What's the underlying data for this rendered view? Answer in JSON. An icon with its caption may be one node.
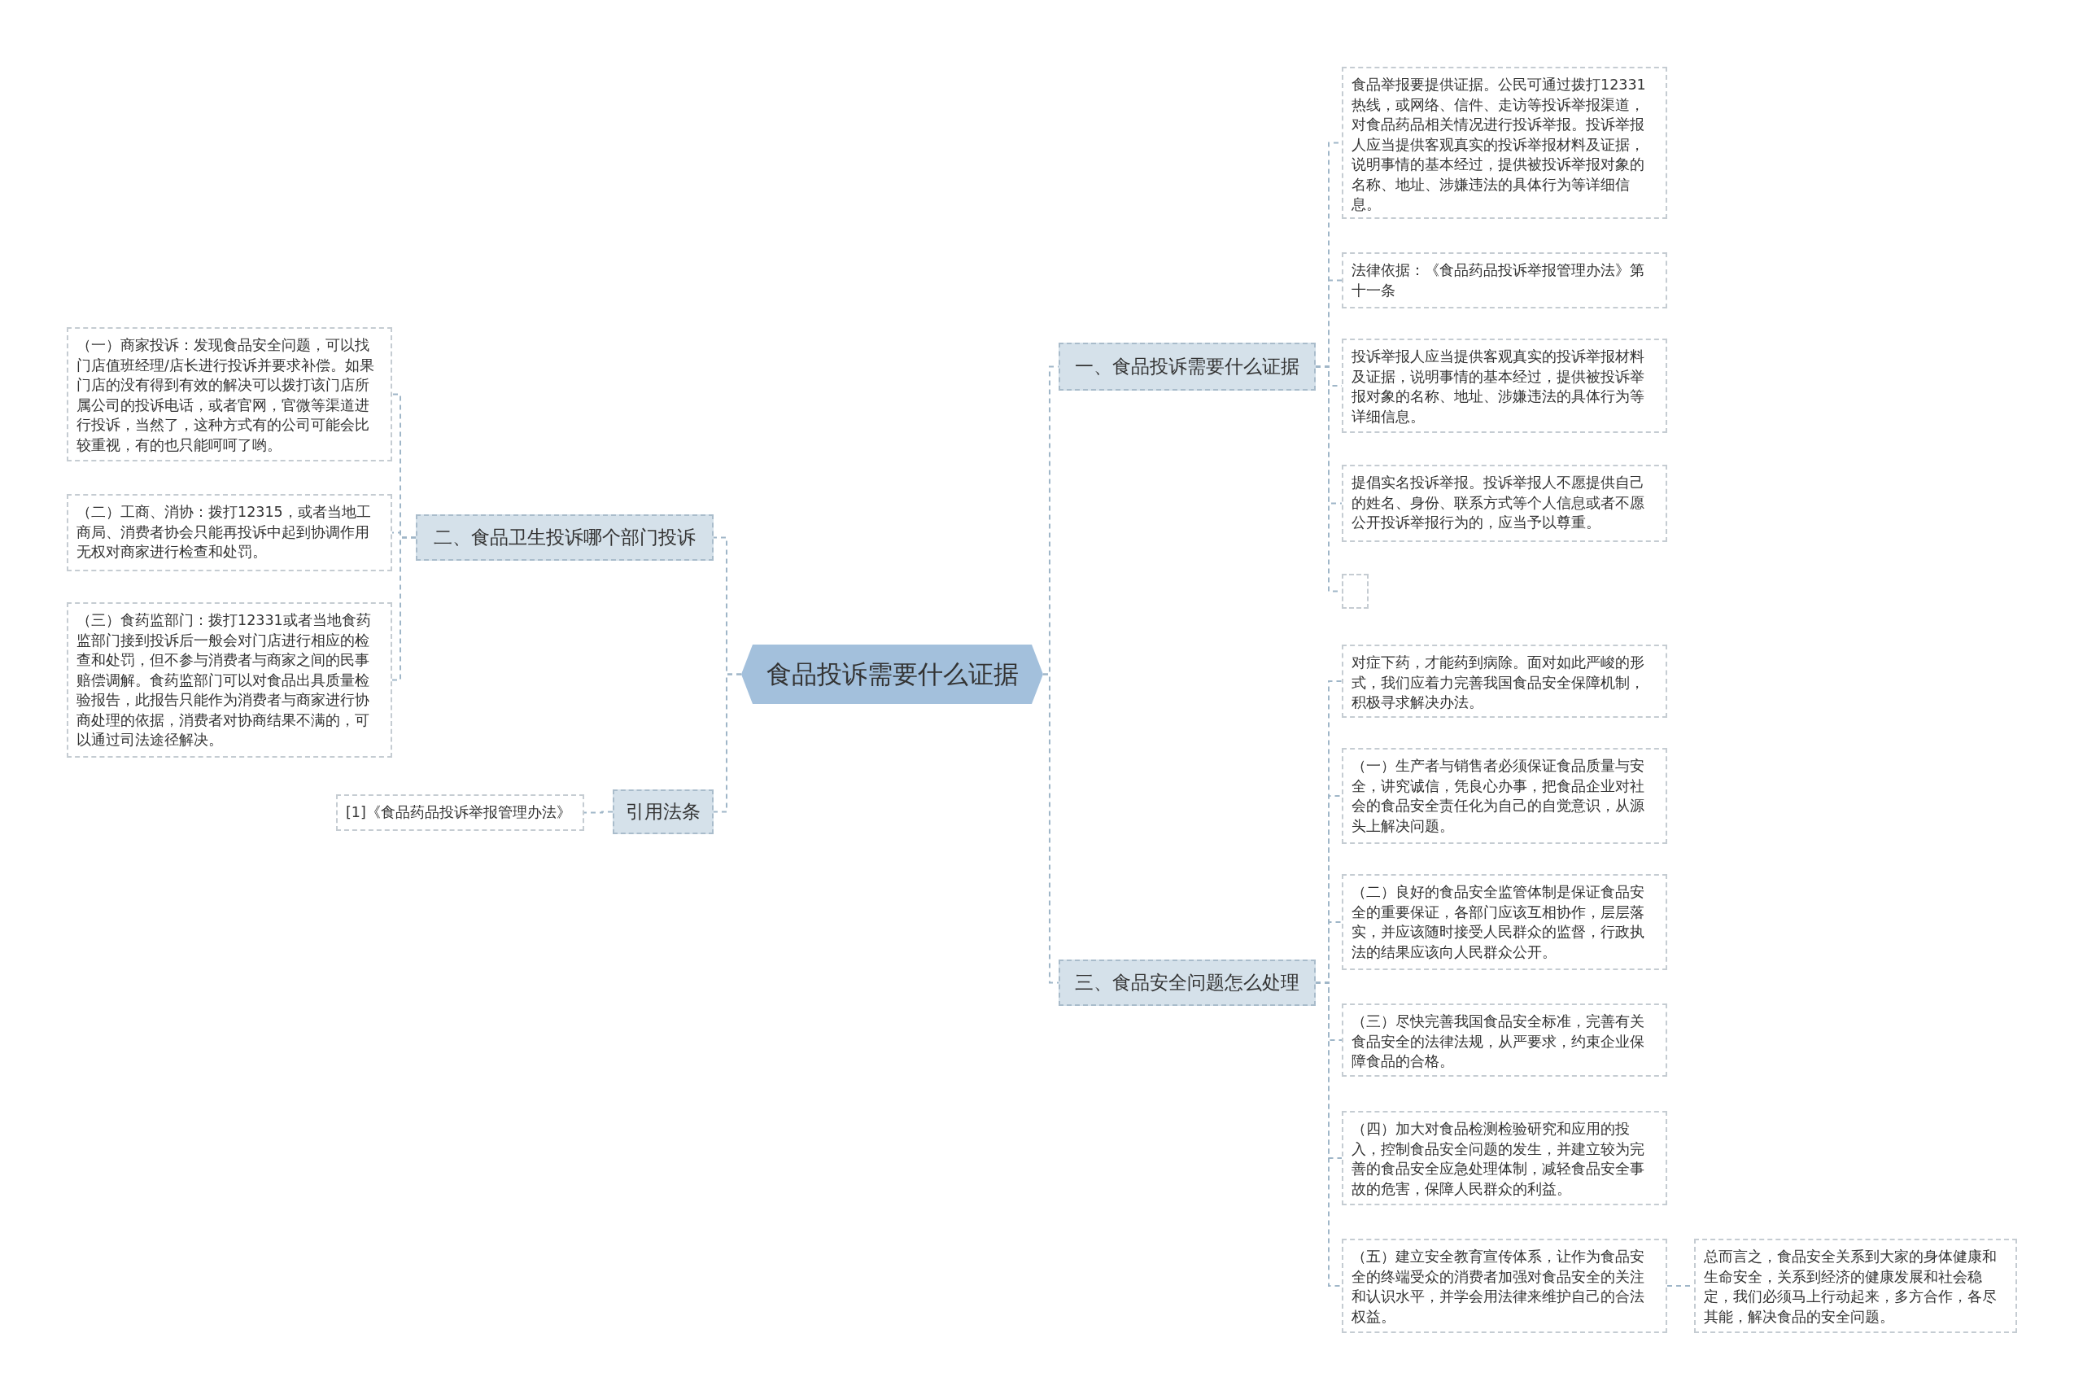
{
  "diagram": {
    "nodes": [
      {
        "text": [
          "食品投诉需要什么证据"
        ]
      },
      {
        "text": [
          "一、食品投诉需要什么证据"
        ]
      },
      {
        "text": [
          "食品举报要提供证据。公民可通过拨打12331热线，或网络、信件、走访等投诉举报渠道，对食品药品相关情况进行投诉举报。投诉举报人应当提供客观真实的投诉举报材料及证据，说明事情的基本经过，提供被投诉举报对象的名称、地址、涉嫌违法的具体行为等详细信息。"
        ]
      },
      {
        "text": [
          "法律依据：《食品药品投诉举报管理办法》第十一条"
        ]
      },
      {
        "text": [
          "投诉举报人应当提供客观真实的投诉举报材料及证据，说明事情的基本经过，提供被投诉举报对象的名称、地址、涉嫌违法的具体行为等详细信息。"
        ]
      },
      {
        "text": [
          "提倡实名投诉举报。投诉举报人不愿提供自己的姓名、身份、联系方式等个人信息或者不愿公开投诉举报行为的，应当予以尊重。"
        ]
      },
      {
        "text": [],
        "shape": "box"
      },
      {
        "text": [
          "二、食品卫生投诉哪个部门投诉"
        ]
      },
      {
        "text": [
          "（一）商家投诉：发现食品安全问题，可以找门店值班经理/店长进行投诉并要求补偿。如果门店的没有得到有效的解决可以拨打该门店所属公司的投诉电话，或者官网，官微等渠道进行投诉，当然了，这种方式有的公司可能会比较重视，有的也只能呵呵了哟。"
        ]
      },
      {
        "text": [
          "（二）工商、消协：拨打12315，或者当地工商局、消费者协会只能再投诉中起到协调作用无权对商家进行检查和处罚。"
        ]
      },
      {
        "text": [
          "（三）食药监部门：拨打12331或者当地食药监部门接到投诉后一般会对门店进行相应的检查和处罚，但不参与消费者与商家之间的民事赔偿调解。食药监部门可以对食品出具质量检验报告，此报告只能作为消费者与商家进行协商处理的依据，消费者对协商结果不满的，可以通过司法途径解决。"
        ]
      },
      {
        "text": [
          "引用法条"
        ]
      },
      {
        "text": [
          "[1]《食品药品投诉举报管理办法》"
        ]
      },
      {
        "text": [
          "三、食品安全问题怎么处理"
        ]
      },
      {
        "text": [
          "对症下药，才能药到病除。面对如此严峻的形式，我们应着力完善我国食品安全保障机制，积极寻求解决办法。"
        ]
      },
      {
        "text": [
          "（一）生产者与销售者必须保证食品质量与安全，讲究诚信，凭良心办事，把食品企业对社会的食品安全责任化为自己的自觉意识，从源头上解决问题。"
        ]
      },
      {
        "text": [
          "（二）良好的食品安全监管体制是保证食品安全的重要保证，各部门应该互相协作，层层落实，并应该随时接受人民群众的监督，行政执法的结果应该向人民群众公开。"
        ]
      },
      {
        "text": [
          "（三）尽快完善我国食品安全标准，完善有关食品安全的法律法规，从严要求，约束企业保障食品的合格。"
        ]
      },
      {
        "text": [
          "（四）加大对食品检测检验研究和应用的投入，控制食品安全问题的发生，并建立较为完善的食品安全应急处理体制，减轻食品安全事故的危害，保障人民群众的利益。"
        ]
      },
      {
        "text": [
          "（五）建立安全教育宣传体系，让作为食品安全的终端受众的消费者加强对食品安全的关注和认识水平，并学会用法律来维护自己的合法权益。"
        ]
      },
      {
        "text": [
          "总而言之，食品安全关系到大家的身体健康和生命安全，关系到经济的健康发展和社会稳定，我们必须马上行动起来，多方合作，各尽其能，解决食品的安全问题。"
        ]
      }
    ],
    "edges": [
      {
        "from": 0,
        "to": 1,
        "arrow": "none"
      },
      {
        "from": 1,
        "to": 2,
        "arrow": "none"
      },
      {
        "from": 1,
        "to": 3,
        "arrow": "none"
      },
      {
        "from": 1,
        "to": 4,
        "arrow": "none"
      },
      {
        "from": 1,
        "to": 5,
        "arrow": "none"
      },
      {
        "from": 1,
        "to": 6,
        "arrow": "none"
      },
      {
        "from": 0,
        "to": 7,
        "arrow": "none"
      },
      {
        "from": 7,
        "to": 8,
        "arrow": "none"
      },
      {
        "from": 7,
        "to": 9,
        "arrow": "none"
      },
      {
        "from": 7,
        "to": 10,
        "arrow": "none"
      },
      {
        "from": 0,
        "to": 11,
        "arrow": "none"
      },
      {
        "from": 11,
        "to": 12,
        "arrow": "none"
      },
      {
        "from": 0,
        "to": 13,
        "arrow": "none"
      },
      {
        "from": 13,
        "to": 14,
        "arrow": "none"
      },
      {
        "from": 13,
        "to": 15,
        "arrow": "none"
      },
      {
        "from": 13,
        "to": 16,
        "arrow": "none"
      },
      {
        "from": 13,
        "to": 17,
        "arrow": "none"
      },
      {
        "from": 13,
        "to": 18,
        "arrow": "none"
      },
      {
        "from": 13,
        "to": 19,
        "arrow": "none"
      },
      {
        "from": 19,
        "to": 20,
        "arrow": "none"
      }
    ]
  }
}
